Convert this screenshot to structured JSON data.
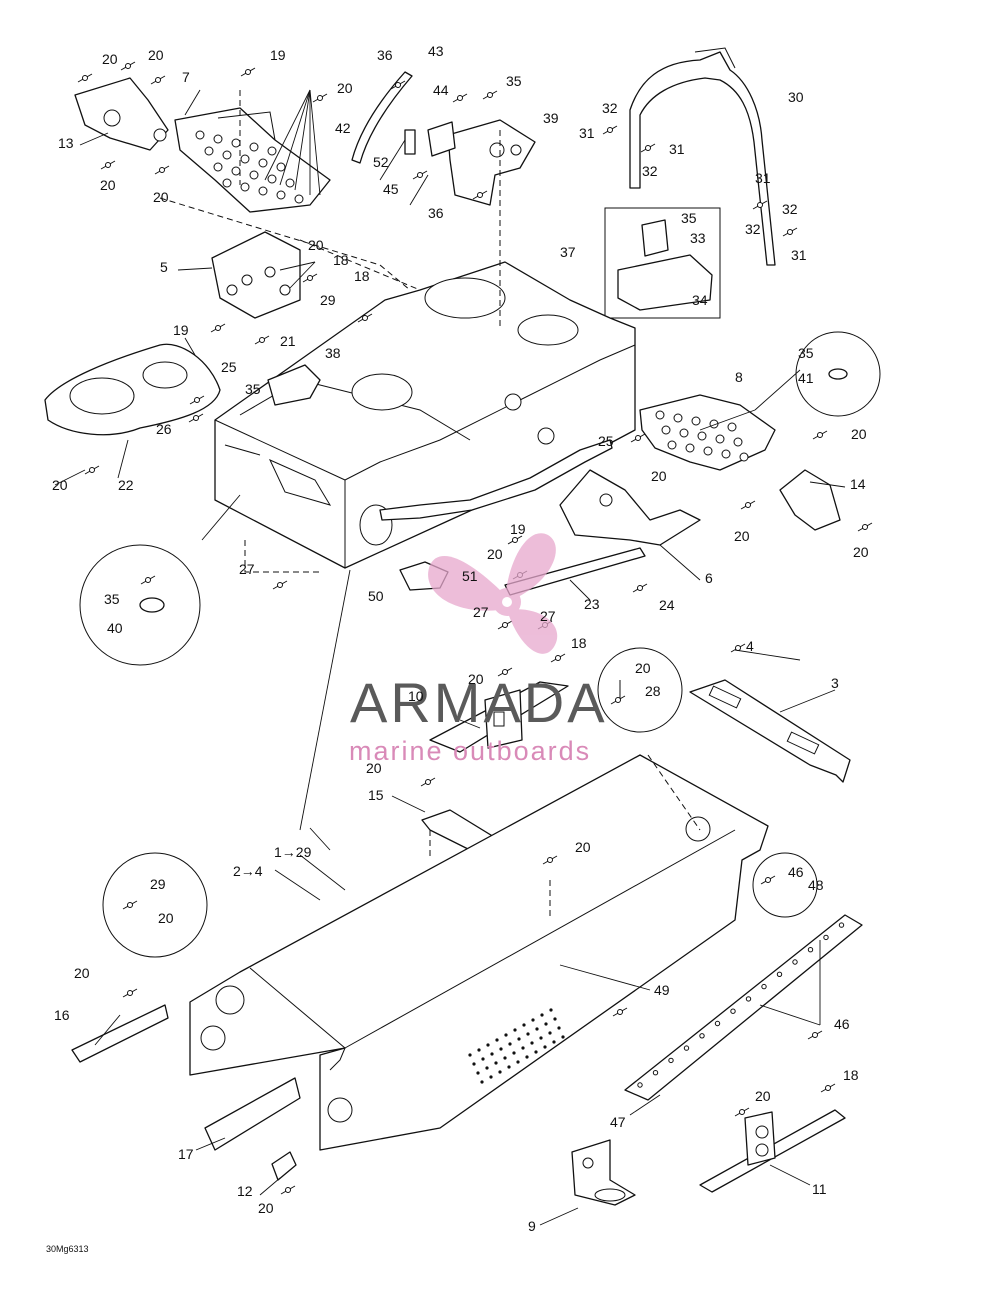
{
  "watermark": {
    "brand": "ARMADA",
    "tagline": "marine outboards",
    "logo_icon": "propeller-logo-icon",
    "colors": {
      "brand_text": "#5a5a5a",
      "logo": "#e7a8cd"
    }
  },
  "diagram_code": "30Mg6313",
  "callouts": [
    {
      "text": "20"
    },
    {
      "text": "20"
    },
    {
      "text": "19"
    },
    {
      "text": "36"
    },
    {
      "text": "43"
    },
    {
      "text": "7"
    },
    {
      "text": "20"
    },
    {
      "text": "44"
    },
    {
      "text": "35"
    },
    {
      "text": "42"
    },
    {
      "text": "39"
    },
    {
      "text": "13"
    },
    {
      "text": "52"
    },
    {
      "text": "20"
    },
    {
      "text": "20"
    },
    {
      "text": "45"
    },
    {
      "text": "36"
    },
    {
      "text": "30"
    },
    {
      "text": "32"
    },
    {
      "text": "31"
    },
    {
      "text": "31"
    },
    {
      "text": "32"
    },
    {
      "text": "31"
    },
    {
      "text": "32"
    },
    {
      "text": "32"
    },
    {
      "text": "31"
    },
    {
      "text": "35"
    },
    {
      "text": "33"
    },
    {
      "text": "34"
    },
    {
      "text": "20"
    },
    {
      "text": "5"
    },
    {
      "text": "18"
    },
    {
      "text": "37"
    },
    {
      "text": "18"
    },
    {
      "text": "29"
    },
    {
      "text": "19"
    },
    {
      "text": "21"
    },
    {
      "text": "38"
    },
    {
      "text": "25"
    },
    {
      "text": "35"
    },
    {
      "text": "26"
    },
    {
      "text": "24"
    },
    {
      "text": "20"
    },
    {
      "text": "22"
    },
    {
      "text": "35"
    },
    {
      "text": "41"
    },
    {
      "text": "8"
    },
    {
      "text": "25"
    },
    {
      "text": "20"
    },
    {
      "text": "20"
    },
    {
      "text": "14"
    },
    {
      "text": "19"
    },
    {
      "text": "20"
    },
    {
      "text": "20"
    },
    {
      "text": "20"
    },
    {
      "text": "6"
    },
    {
      "text": "27"
    },
    {
      "text": "35"
    },
    {
      "text": "40"
    },
    {
      "text": "50"
    },
    {
      "text": "51"
    },
    {
      "text": "23"
    },
    {
      "text": "24"
    },
    {
      "text": "27"
    },
    {
      "text": "27"
    },
    {
      "text": "18"
    },
    {
      "text": "4"
    },
    {
      "text": "20"
    },
    {
      "text": "20"
    },
    {
      "text": "28"
    },
    {
      "text": "3"
    },
    {
      "text": "10"
    },
    {
      "text": "20"
    },
    {
      "text": "15"
    },
    {
      "text": "20"
    },
    {
      "text": "1→29"
    },
    {
      "text": "2→4"
    },
    {
      "text": "29"
    },
    {
      "text": "20"
    },
    {
      "text": "46"
    },
    {
      "text": "48"
    },
    {
      "text": "20"
    },
    {
      "text": "49"
    },
    {
      "text": "16"
    },
    {
      "text": "46"
    },
    {
      "text": "18"
    },
    {
      "text": "20"
    },
    {
      "text": "47"
    },
    {
      "text": "17"
    },
    {
      "text": "11"
    },
    {
      "text": "12"
    },
    {
      "text": "20"
    },
    {
      "text": "9"
    }
  ]
}
